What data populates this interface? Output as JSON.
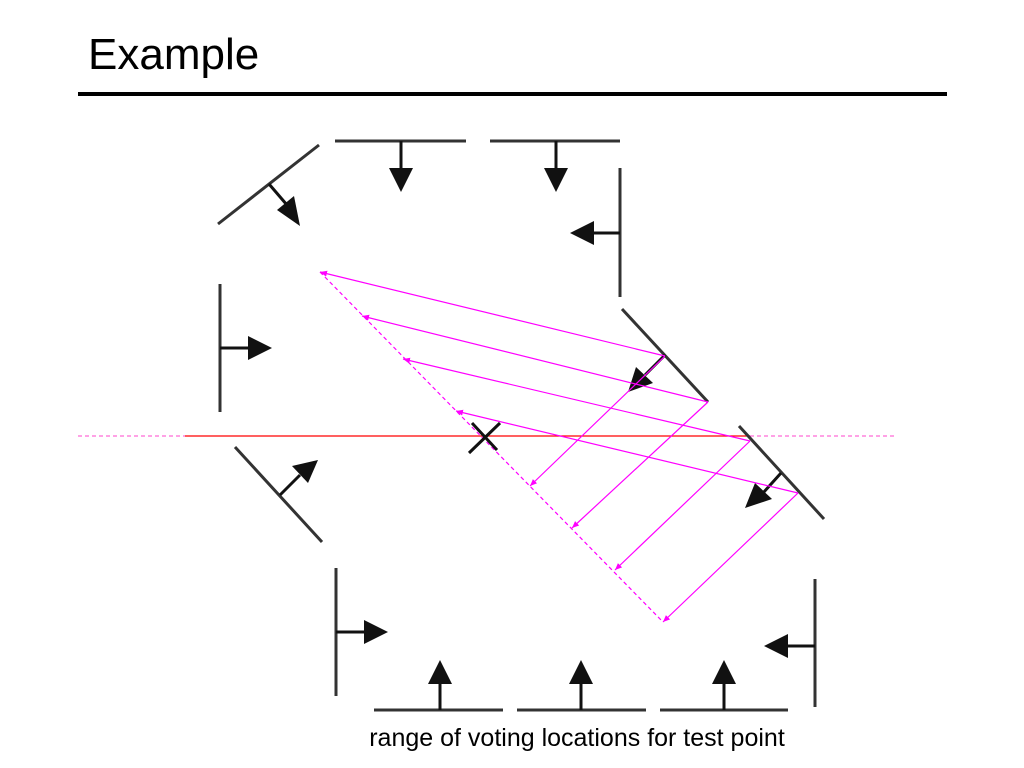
{
  "slide": {
    "title": "Example",
    "caption": "range of voting locations for test point"
  },
  "colors": {
    "edge": "#333333",
    "arrow": "#111111",
    "vote": "#ff00ff",
    "scanline": "#ff0000"
  },
  "diagram": {
    "elements": [
      "boundary-edges",
      "normal-arrows",
      "vote-lines",
      "test-point-marker",
      "scanline"
    ]
  }
}
